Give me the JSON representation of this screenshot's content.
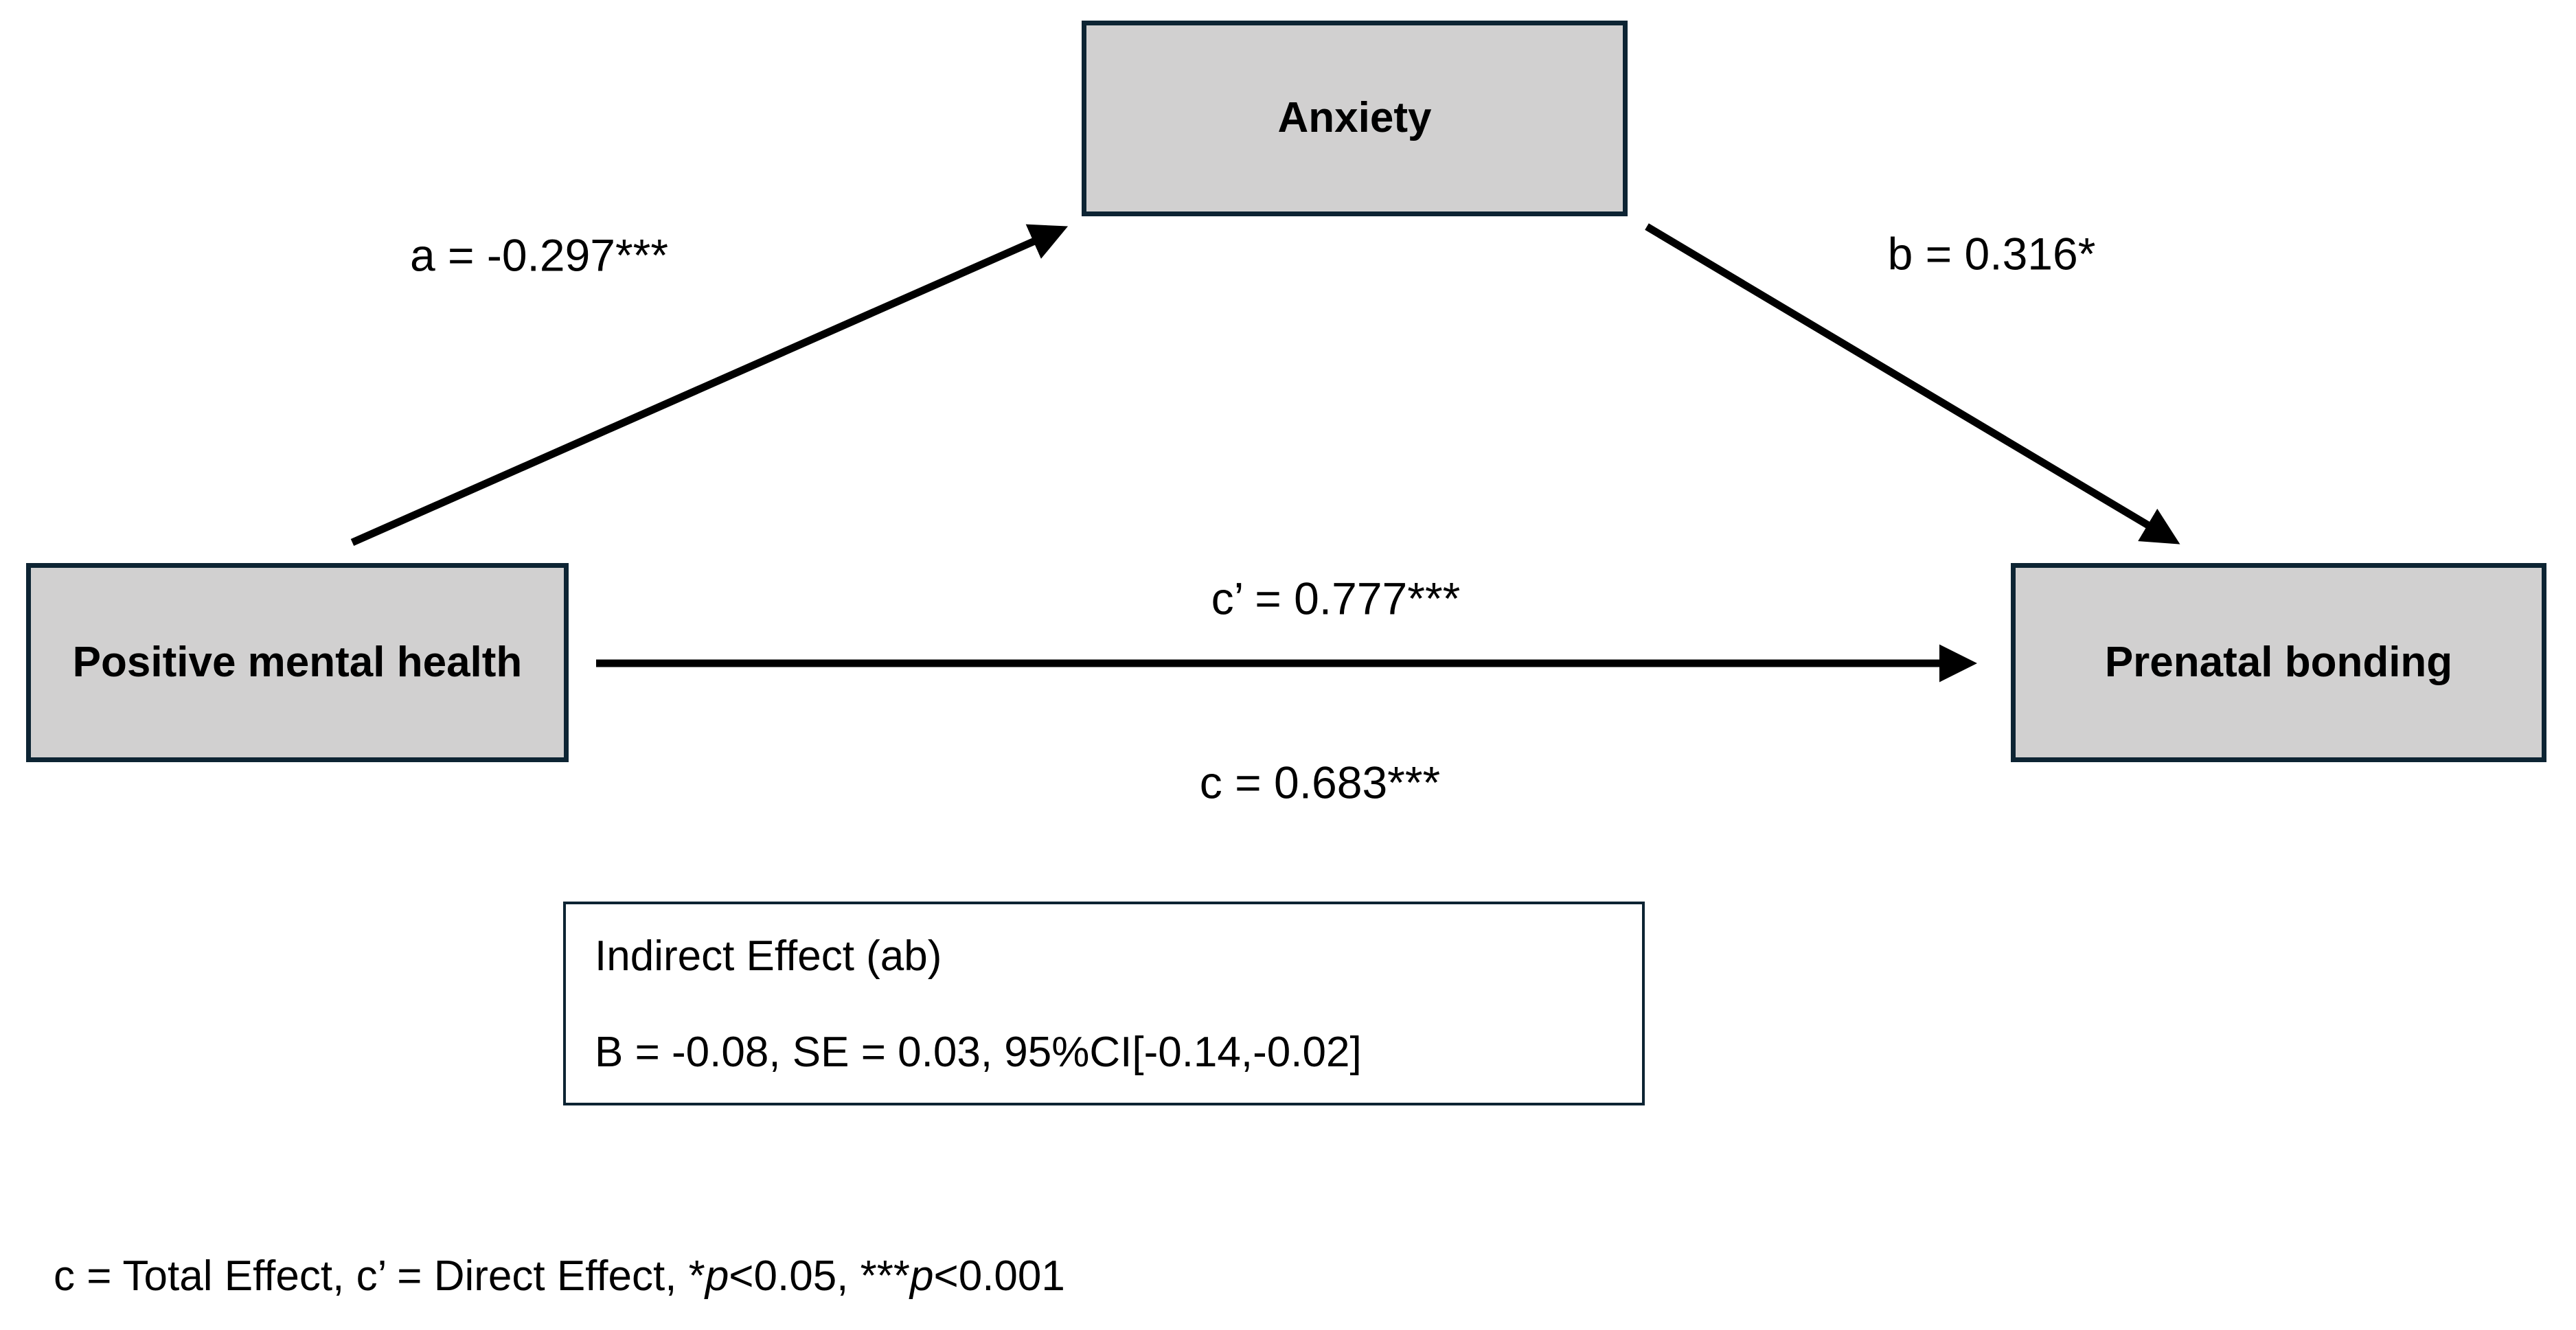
{
  "nodes": {
    "predictor": {
      "label": "Positive mental health"
    },
    "mediator": {
      "label": "Anxiety"
    },
    "outcome": {
      "label": "Prenatal bonding"
    }
  },
  "paths": {
    "a": {
      "label": "a = -0.297***"
    },
    "b": {
      "label": "b = 0.316*"
    },
    "c_prime": {
      "label": "c’ = 0.777***"
    },
    "c_total": {
      "label": "c = 0.683***"
    }
  },
  "indirect_effect_box": {
    "title": "Indirect Effect (ab)",
    "stats": "B = -0.08, SE = 0.03, 95%CI[-0.14,-0.02]"
  },
  "footnote": {
    "full_text": "c = Total Effect, c’ = Direct Effect, *p<0.05, ***p<0.001",
    "parts": [
      {
        "text": "c = Total Effect, c’ = Direct Effect, *",
        "style": "regular"
      },
      {
        "text": "p",
        "style": "italic"
      },
      {
        "text": "<0.05, ***",
        "style": "regular"
      },
      {
        "text": "p",
        "style": "italic"
      },
      {
        "text": "<0.001",
        "style": "regular"
      }
    ]
  },
  "colors": {
    "node_fill": "#d1d0d0",
    "node_border": "#0d2433",
    "annotation_border": "#0d2433",
    "arrow": "#000000",
    "text": "#000000",
    "background": "#ffffff"
  }
}
